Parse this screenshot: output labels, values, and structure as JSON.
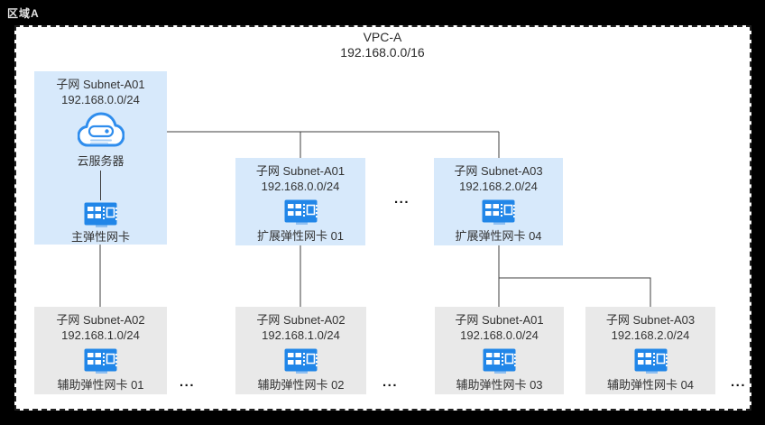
{
  "region_label": "区域A",
  "vpc": {
    "name": "VPC-A",
    "cidr": "192.168.0.0/16"
  },
  "colors": {
    "subnet_blue": "#d7e9fb",
    "subnet_gray": "#e9e9e9",
    "icon_blue": "#2186e8",
    "cloud_stroke": "#2f8ded",
    "line": "#3f3f3f",
    "frame": "#000000"
  },
  "nodes": {
    "server": {
      "subnet": "子网 Subnet-A01",
      "cidr": "192.168.0.0/24",
      "server_label": "云服务器",
      "nic_label": "主弹性网卡"
    },
    "ext01": {
      "subnet": "子网 Subnet-A01",
      "cidr": "192.168.0.0/24",
      "label": "扩展弹性网卡 01"
    },
    "ext04": {
      "subnet": "子网 Subnet-A03",
      "cidr": "192.168.2.0/24",
      "label": "扩展弹性网卡 04"
    },
    "aux01": {
      "subnet": "子网 Subnet-A02",
      "cidr": "192.168.1.0/24",
      "label": "辅助弹性网卡 01"
    },
    "aux02": {
      "subnet": "子网 Subnet-A02",
      "cidr": "192.168.1.0/24",
      "label": "辅助弹性网卡 02"
    },
    "aux03": {
      "subnet": "子网 Subnet-A01",
      "cidr": "192.168.0.0/24",
      "label": "辅助弹性网卡 03"
    },
    "aux04": {
      "subnet": "子网 Subnet-A03",
      "cidr": "192.168.2.0/24",
      "label": "辅助弹性网卡 04"
    }
  },
  "ellipsis": "..."
}
